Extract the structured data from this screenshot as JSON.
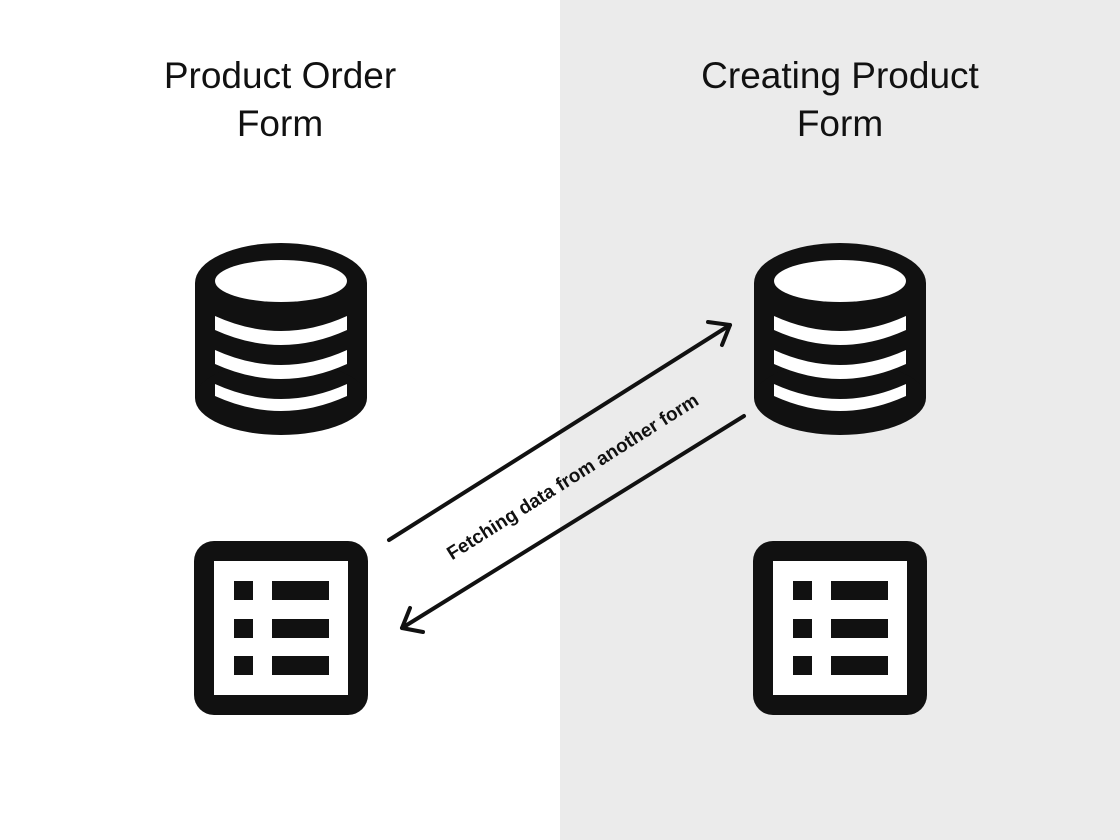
{
  "panels": {
    "left": {
      "title": "Product Order\nForm",
      "background": "#ffffff"
    },
    "right": {
      "title": "Creating Product\nForm",
      "background": "#ebebeb"
    }
  },
  "icons": {
    "database": "database-icon",
    "form": "form-list-icon"
  },
  "connection": {
    "label": "Fetching data from another form",
    "direction": "bidirectional"
  },
  "colors": {
    "ink": "#111111"
  }
}
